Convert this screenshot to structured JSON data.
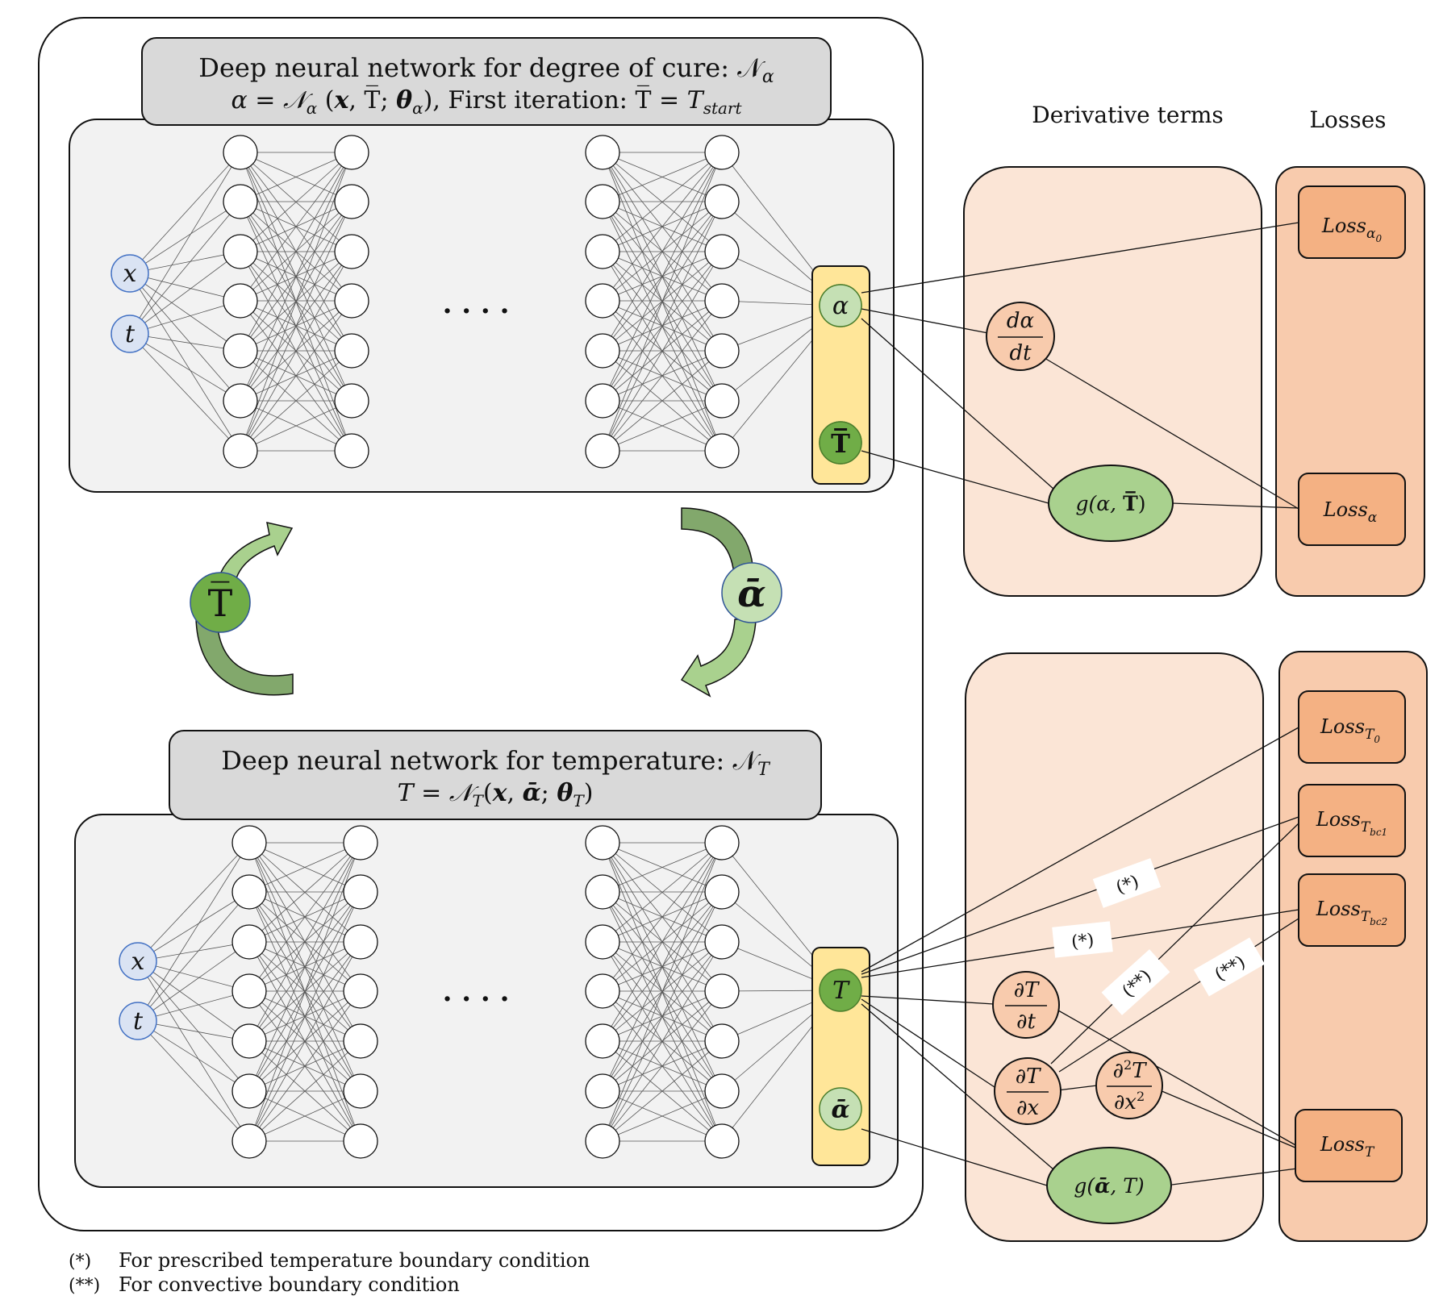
{
  "network_top": {
    "title_line1": "Deep neural network for degree of cure: 𝒩",
    "title_line1_sub": "α",
    "title_line2_parts": [
      "α = 𝒩",
      "α",
      " (",
      "x",
      ", T̅; ",
      "θ",
      "α",
      "), First iteration: T̅ = ",
      "T",
      "start"
    ],
    "inputs": [
      "x",
      "t"
    ],
    "ellipsis": ". . . .",
    "outputs": [
      "α",
      "T̅"
    ]
  },
  "network_bottom": {
    "title_line1": "Deep neural network for temperature: 𝒩",
    "title_line1_sub": "T",
    "title_line2_parts": [
      "T = 𝒩",
      "T",
      "(",
      "x",
      ", ",
      "ᾱ",
      "; ",
      "θ",
      "T",
      ")"
    ],
    "inputs": [
      "x",
      "t"
    ],
    "ellipsis": ". . . .",
    "outputs": [
      "T",
      "ᾱ"
    ]
  },
  "cycle": {
    "left_symbol": "T̅",
    "right_symbol": "ᾱ"
  },
  "headers": {
    "derivatives": "Derivative terms",
    "losses": "Losses"
  },
  "derivatives_top": {
    "dalpha_num": "dα",
    "dalpha_den": "dt",
    "g_label_parts": [
      "g(α, ",
      "T̅",
      ")"
    ]
  },
  "derivatives_bottom": {
    "dTdt_num": "∂T",
    "dTdt_den": "∂t",
    "dTdx_num": "∂T",
    "dTdx_den": "∂x",
    "d2T_num": "∂",
    "d2T_num_sup": "2",
    "d2T_num_T": "T",
    "d2T_den": "∂x",
    "d2T_den_sup": "2",
    "g_label_parts": [
      "g(",
      "ᾱ",
      ", T)"
    ]
  },
  "losses_top": [
    {
      "base": "Loss",
      "sub": "α",
      "subsub": "0"
    },
    {
      "base": "Loss",
      "sub": "α",
      "subsub": ""
    }
  ],
  "losses_bottom": [
    {
      "base": "Loss",
      "sub": "T",
      "subsub": "0"
    },
    {
      "base": "Loss",
      "sub": "T",
      "subsub": "bc1"
    },
    {
      "base": "Loss",
      "sub": "T",
      "subsub": "bc2"
    },
    {
      "base": "Loss",
      "sub": "T",
      "subsub": ""
    }
  ],
  "edge_tags": [
    "(*)",
    "(*)",
    "(**)",
    "(**)"
  ],
  "footnotes": [
    {
      "mark": "(*)",
      "text": "For prescribed temperature boundary condition"
    },
    {
      "mark": "(**)",
      "text": "For convective boundary condition"
    }
  ],
  "colors": {
    "input_fill": "#dae3f3",
    "node_white": "#ffffff",
    "alpha_light": "#c5e0b4",
    "green_dark": "#70ad47",
    "output_box": "#ffe699",
    "panel_grey": "#f2f2f2",
    "title_grey": "#d9d9d9",
    "deriv_panel": "#fbe5d6",
    "loss_panel": "#f8cbad",
    "loss_box": "#f4b183",
    "arrow_dark": "#82a86c",
    "arrow_light": "#a9d18e"
  }
}
